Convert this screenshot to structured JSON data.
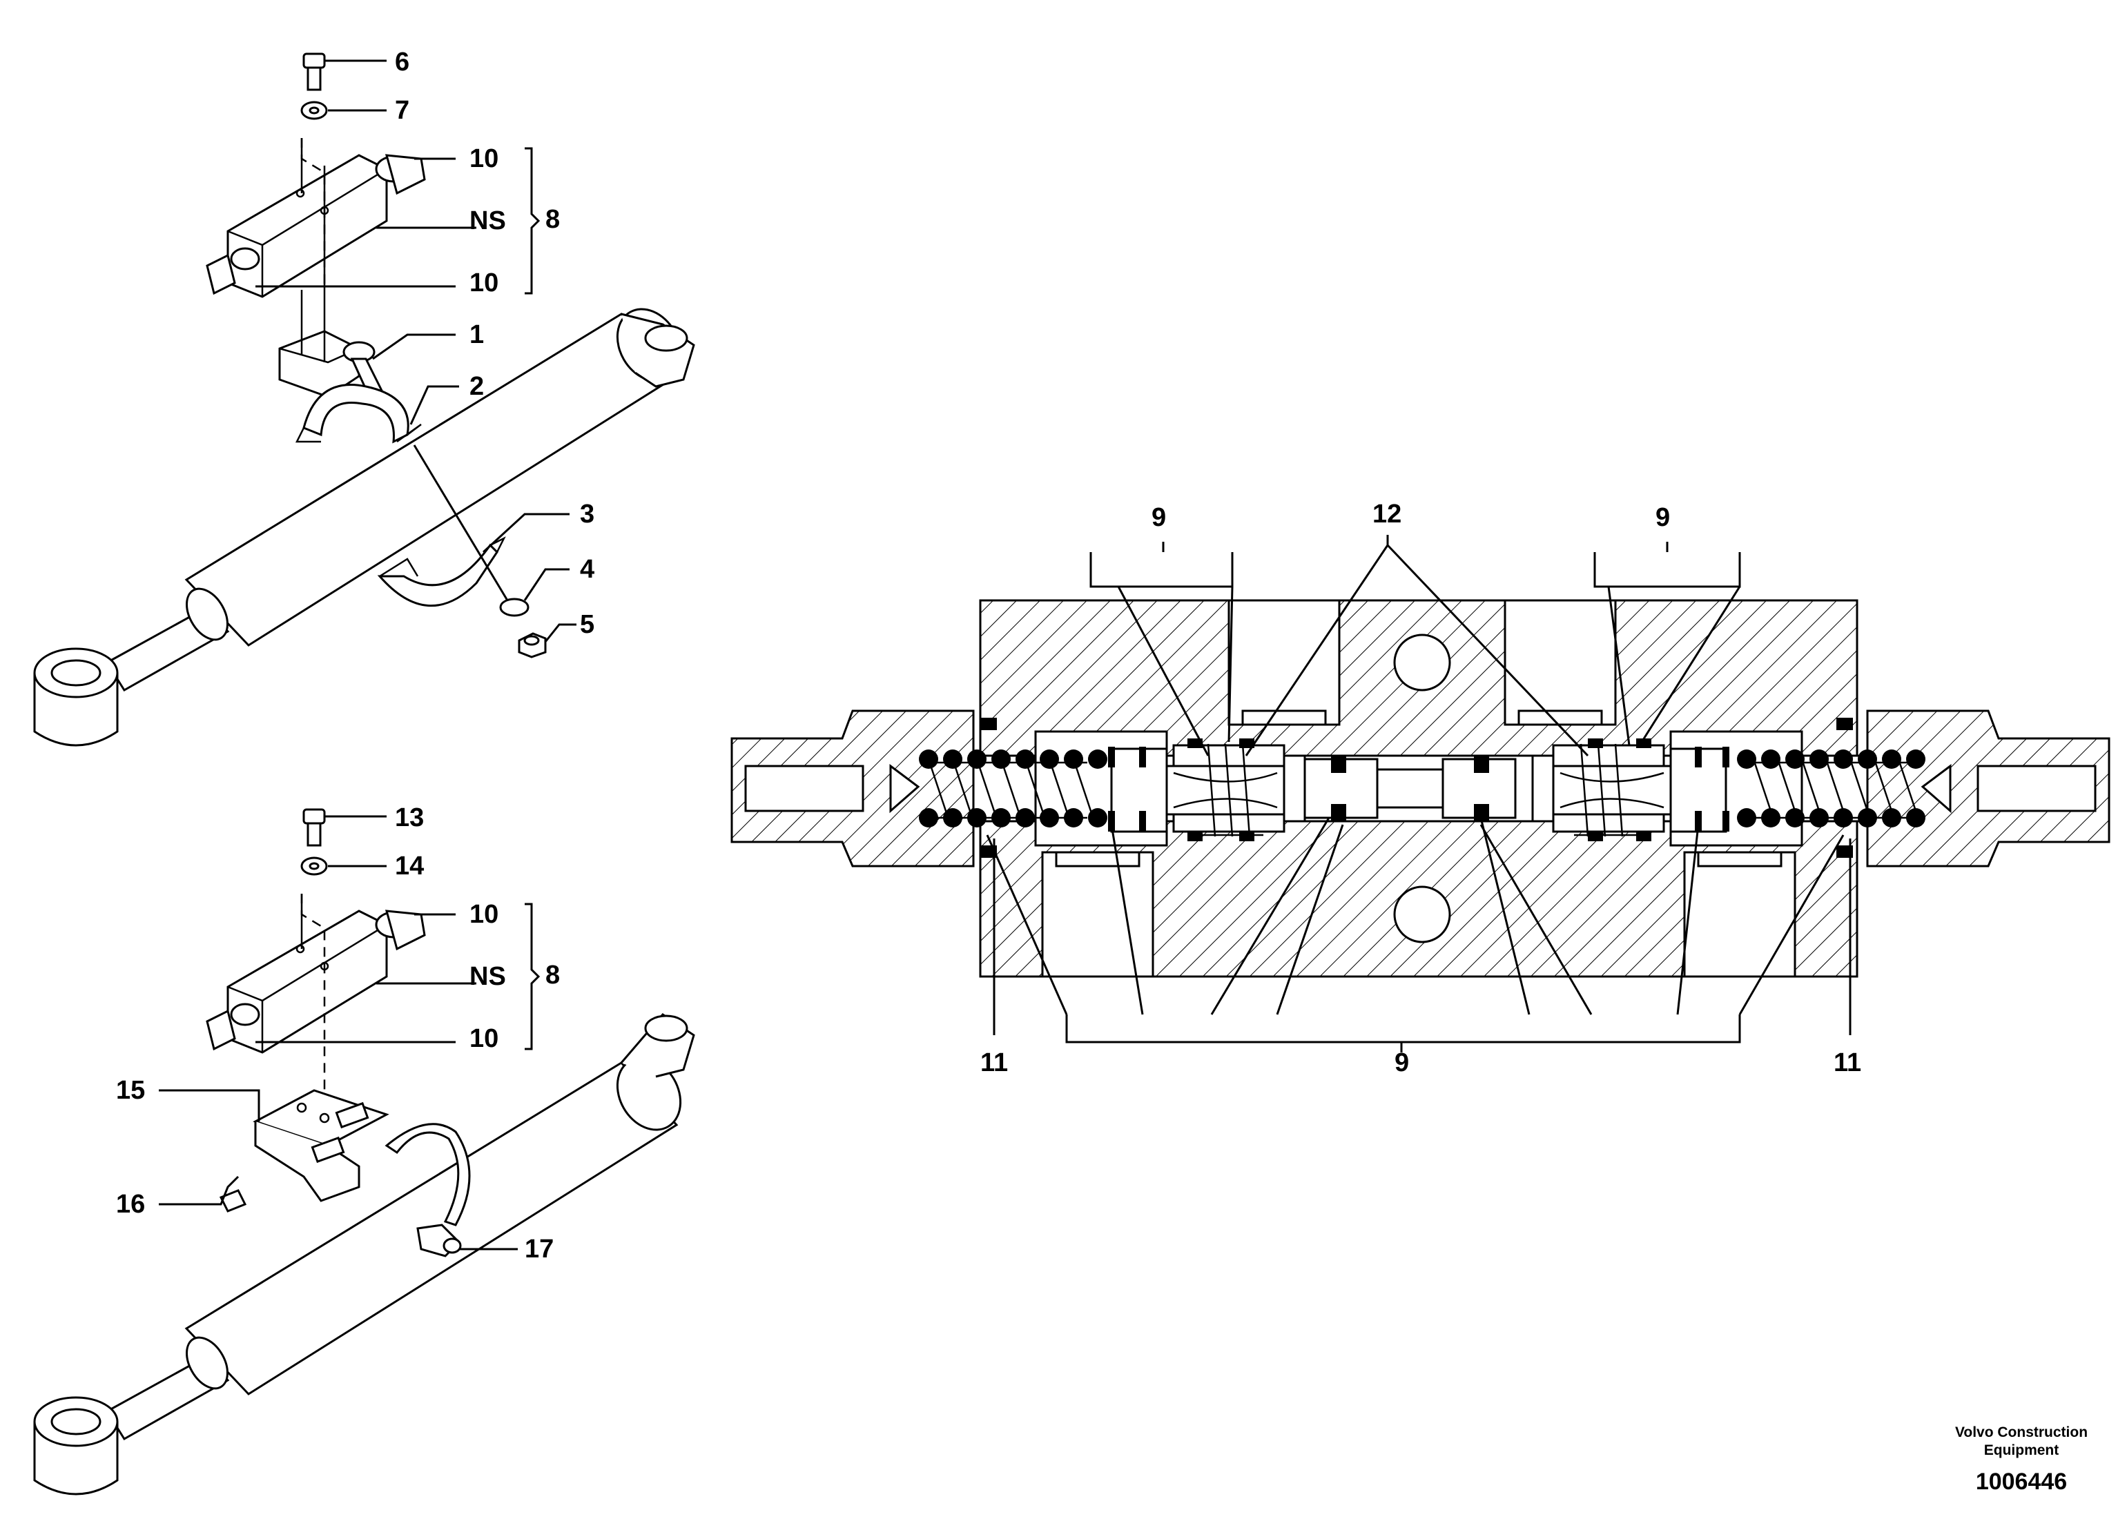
{
  "callouts": {
    "c1": "1",
    "c2": "2",
    "c3": "3",
    "c4": "4",
    "c5": "5",
    "c6": "6",
    "c7": "7",
    "c8a": "8",
    "c8b": "8",
    "c9a": "9",
    "c9b": "9",
    "c9c": "9",
    "c10a": "10",
    "c10b": "10",
    "c10c": "10",
    "c10d": "10",
    "c11a": "11",
    "c11b": "11",
    "c12": "12",
    "c13": "13",
    "c14": "14",
    "c15": "15",
    "c16": "16",
    "c17": "17",
    "ns_a": "NS",
    "ns_b": "NS"
  },
  "footer": {
    "brand_line1": "Volvo Construction",
    "brand_line2": "Equipment",
    "drawing_number": "1006446"
  }
}
